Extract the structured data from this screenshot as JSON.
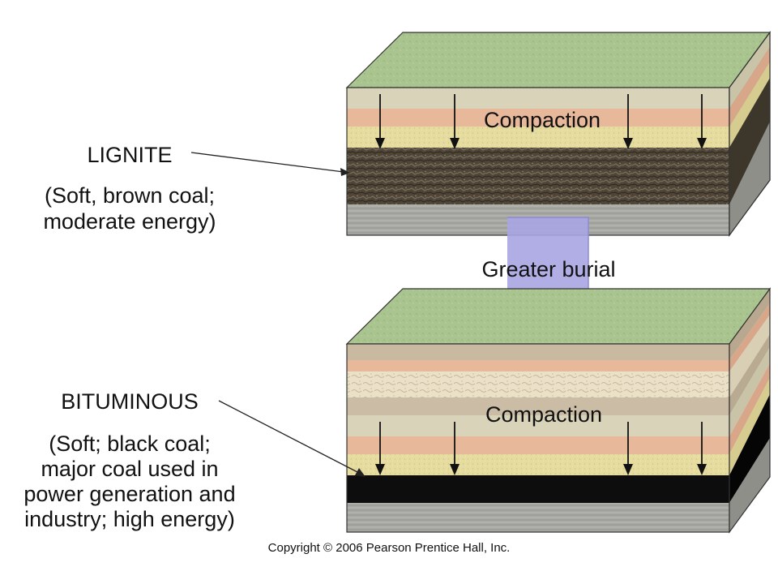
{
  "upper_block": {
    "rank_label": "LIGNITE",
    "description_lines": [
      "(Soft, brown coal;",
      "moderate energy)"
    ],
    "process_label": "Compaction"
  },
  "transition": {
    "label": "Greater burial",
    "arrow_color": "#a9a5e3"
  },
  "lower_block": {
    "rank_label": "BITUMINOUS",
    "description_lines": [
      "(Soft; black coal;",
      "major coal used in",
      "power generation and",
      "industry; high energy)"
    ],
    "process_label": "Compaction"
  },
  "copyright": "Copyright © 2006 Pearson Prentice Hall, Inc.",
  "colors": {
    "surface_green": "#a9c48e",
    "sediment_tan": "#d9d3b9",
    "sediment_salmon": "#e8b89a",
    "sediment_yellow": "#e6dc9f",
    "lignite_brown": "#4f4638",
    "bituminous_black": "#0d0d0d",
    "bedrock_gray": "#a8a8a3"
  },
  "icons": {
    "compaction_arrow": "arrow-down-icon",
    "pointer_line": "leader-arrow-icon"
  }
}
